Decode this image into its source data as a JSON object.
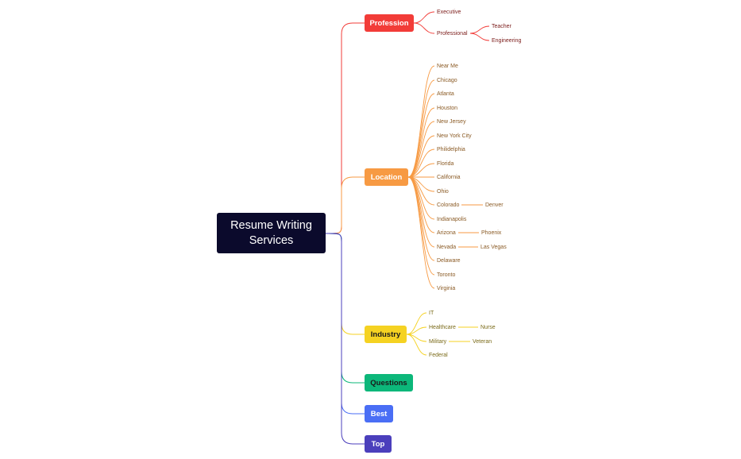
{
  "root": {
    "label_line1": "Resume Writing",
    "label_line2": "Services"
  },
  "colors": {
    "root": "#0b0a2c",
    "profession": "#f23c38",
    "location": "#f79a43",
    "industry": "#f5d222",
    "questions": "#0cb77a",
    "best": "#4a6ef5",
    "top": "#4b3fbc"
  },
  "branches": {
    "profession": {
      "label": "Profession",
      "items": [
        {
          "label": "Executive"
        },
        {
          "label": "Professional",
          "children": [
            "Teacher",
            "Engineering"
          ]
        }
      ]
    },
    "location": {
      "label": "Location",
      "items": [
        {
          "label": "Near Me"
        },
        {
          "label": "Chicago"
        },
        {
          "label": "Atlanta"
        },
        {
          "label": "Houston"
        },
        {
          "label": "New Jersey"
        },
        {
          "label": "New York City"
        },
        {
          "label": "Philidelphia"
        },
        {
          "label": "Florida"
        },
        {
          "label": "California"
        },
        {
          "label": "Ohio"
        },
        {
          "label": "Colorado",
          "children": [
            "Denver"
          ]
        },
        {
          "label": "Indianapolis"
        },
        {
          "label": "Arizona",
          "children": [
            "Phoenix"
          ]
        },
        {
          "label": "Nevada",
          "children": [
            "Las Vegas"
          ]
        },
        {
          "label": "Delaware"
        },
        {
          "label": "Toronto"
        },
        {
          "label": "Virginia"
        }
      ]
    },
    "industry": {
      "label": "Industry",
      "items": [
        {
          "label": "IT"
        },
        {
          "label": "Healthcare",
          "children": [
            "Nurse"
          ]
        },
        {
          "label": "Military",
          "children": [
            "Veteran"
          ]
        },
        {
          "label": "Federal"
        }
      ]
    },
    "questions": {
      "label": "Questions"
    },
    "best": {
      "label": "Best"
    },
    "top": {
      "label": "Top"
    }
  }
}
